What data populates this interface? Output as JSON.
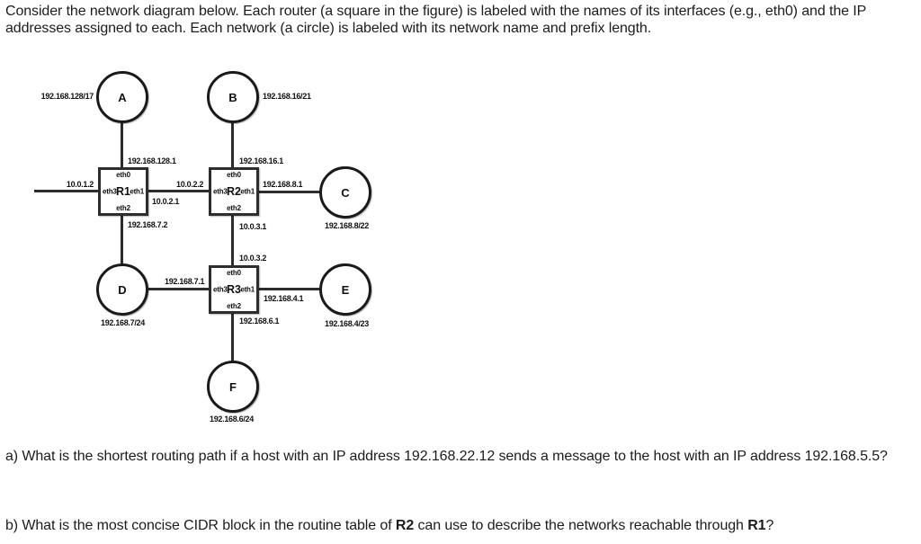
{
  "intro": "Consider the network diagram below. Each router (a square in the figure) is labeled with the names of its interfaces (e.g., eth0) and the IP addresses assigned to each. Each network (a circle) is labeled with its network name and prefix length.",
  "questions": {
    "a": "a) What is the shortest routing path if a host with an IP address 192.168.22.12 sends a message to the host with an IP address 192.168.5.5?",
    "b": {
      "prefix": "b) What is the most concise CIDR block in the routine table of ",
      "r2": "R2",
      "mid": " can use to describe the networks reachable through ",
      "r1": "R1",
      "suffix": "?"
    }
  },
  "diagram": {
    "networks": [
      {
        "name": "A",
        "prefix": "192.168.128/17"
      },
      {
        "name": "B",
        "prefix": "192.168.16/21"
      },
      {
        "name": "C",
        "prefix": "192.168.8/22"
      },
      {
        "name": "D",
        "prefix": "192.168.7/24"
      },
      {
        "name": "E",
        "prefix": "192.168.4/23"
      },
      {
        "name": "F",
        "prefix": "192.168.6/24"
      }
    ],
    "routers": [
      {
        "name": "R1",
        "eth0": "eth0",
        "eth1": "eth1",
        "eth2": "eth2",
        "eth3": "eth3"
      },
      {
        "name": "R2",
        "eth0": "eth0",
        "eth1": "eth1",
        "eth2": "eth2",
        "eth3": "eth3"
      },
      {
        "name": "R3",
        "eth0": "eth0",
        "eth1": "eth1",
        "eth2": "eth2",
        "eth3": "eth3"
      }
    ],
    "ip_labels": [
      {
        "id": "r1-eth0-ip",
        "text": "192.168.128.1"
      },
      {
        "id": "r2-eth0-ip",
        "text": "192.168.16.1"
      },
      {
        "id": "r1-eth3-ip",
        "text": "10.0.1.2"
      },
      {
        "id": "r2-eth3-ip",
        "text": "10.0.2.2"
      },
      {
        "id": "r1-eth1-ip",
        "text": "10.0.2.1"
      },
      {
        "id": "r2-eth1-ip",
        "text": "192.168.8.1"
      },
      {
        "id": "r1-eth2-ip",
        "text": "192.168.7.2"
      },
      {
        "id": "r2-eth2-ip",
        "text": "10.0.3.1"
      },
      {
        "id": "r3-eth0-ip",
        "text": "10.0.3.2"
      },
      {
        "id": "r3-eth3-ip",
        "text": "192.168.7.1"
      },
      {
        "id": "r3-eth1-ip",
        "text": "192.168.4.1"
      },
      {
        "id": "r3-eth2-ip",
        "text": "192.168.6.1"
      }
    ]
  },
  "colors": {
    "ink": "#1c1c1c",
    "line": "#2d2d2d",
    "background": "#ffffff"
  }
}
